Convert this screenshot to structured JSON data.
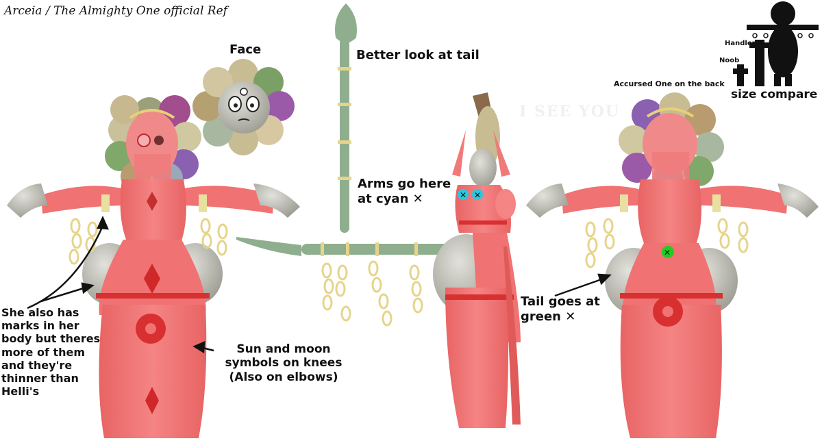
{
  "title": "Arceia / The Almighty One official Ref",
  "labels": {
    "face": "Face",
    "tail_look": "Better look at tail",
    "arms": "Arms go here at cyan ✕",
    "marks": "She also has marks in her body but theres more of them and they're thinner than Helli's",
    "sun_moon": "Sun and moon symbols on knees (Also on elbows)",
    "tail_goes": "Tail goes at green ✕",
    "accursed": "Accursed One on the back",
    "size_compare": "size compare",
    "handler": "Handler",
    "noob": "Noob"
  },
  "watermark": "I SEE YOU",
  "colors": {
    "body": "#f07070",
    "body_dark": "#e05555",
    "accent_red": "#d8302a",
    "stone": "#b8b8b0",
    "tail_green": "#8fae8e",
    "chain_gold": "#e6d48a",
    "cyan_marker": "#28c8e0",
    "green_marker": "#22cc22"
  }
}
